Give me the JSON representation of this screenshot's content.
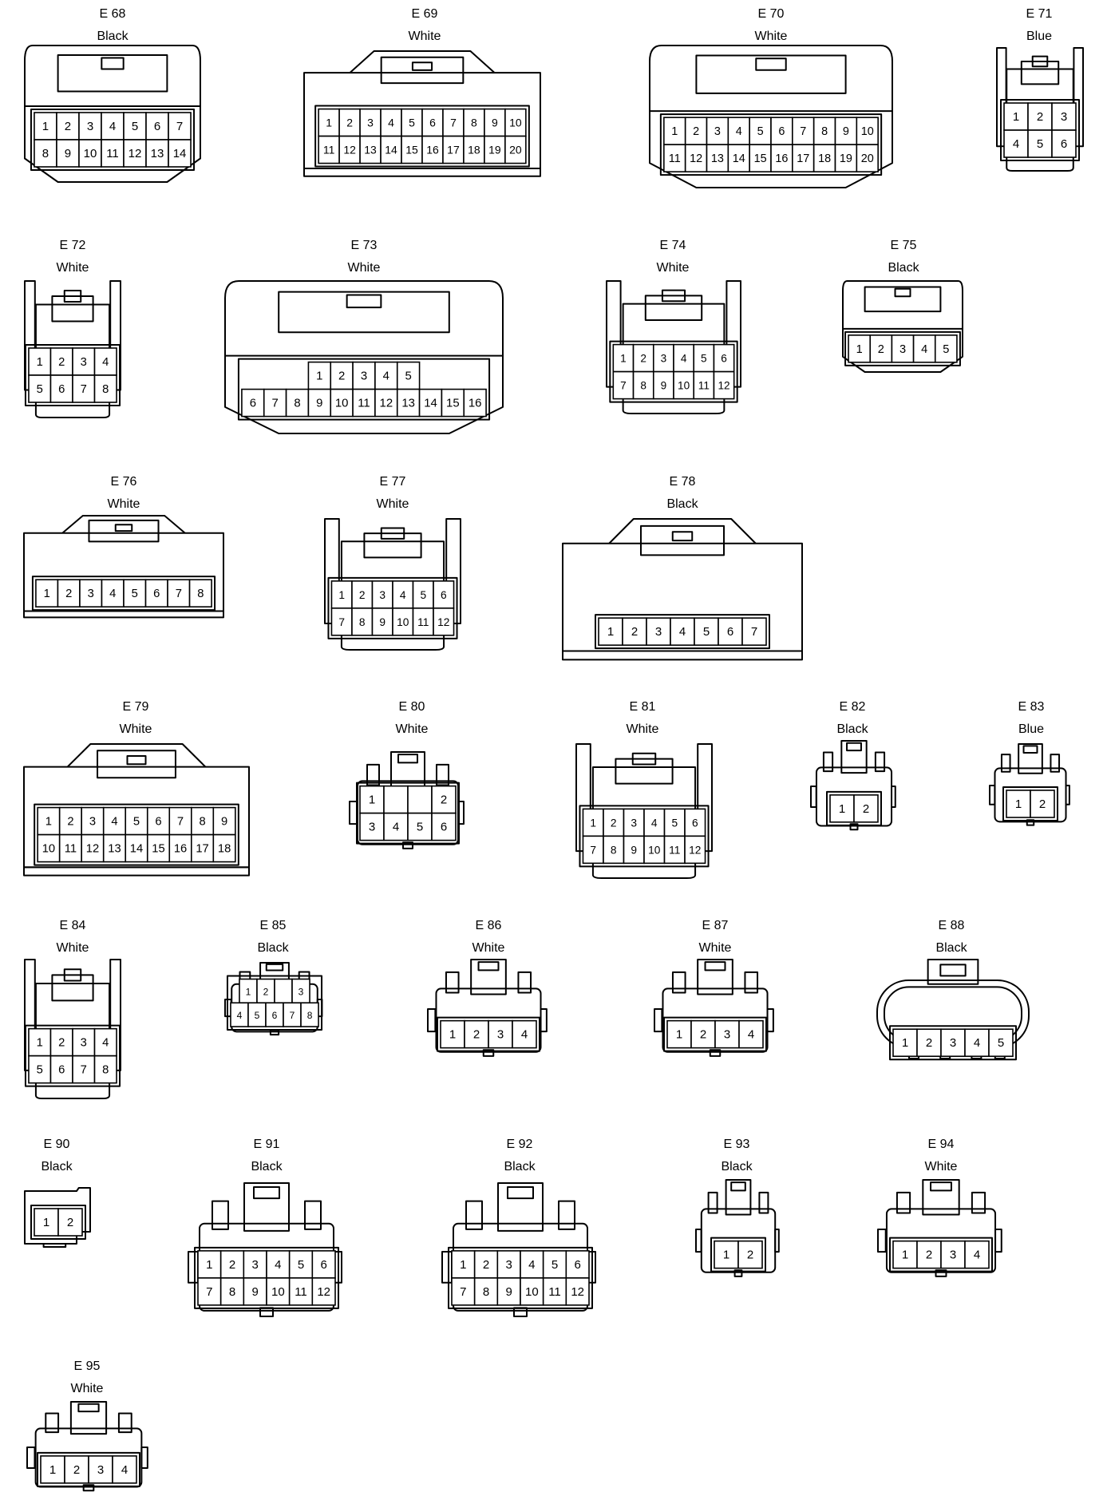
{
  "connectors": [
    {
      "id": "E 68",
      "color": "Black",
      "rows": [
        [
          "1",
          "2",
          "3",
          "4",
          "5",
          "6",
          "7"
        ],
        [
          "8",
          "9",
          "10",
          "11",
          "12",
          "13",
          "14"
        ]
      ],
      "style": "box"
    },
    {
      "id": "E 69",
      "color": "White",
      "rows": [
        [
          "1",
          "2",
          "3",
          "4",
          "5",
          "6",
          "7",
          "8",
          "9",
          "10"
        ],
        [
          "11",
          "12",
          "13",
          "14",
          "15",
          "16",
          "17",
          "18",
          "19",
          "20"
        ]
      ],
      "style": "tab"
    },
    {
      "id": "E 70",
      "color": "White",
      "rows": [
        [
          "1",
          "2",
          "3",
          "4",
          "5",
          "6",
          "7",
          "8",
          "9",
          "10"
        ],
        [
          "11",
          "12",
          "13",
          "14",
          "15",
          "16",
          "17",
          "18",
          "19",
          "20"
        ]
      ],
      "style": "box"
    },
    {
      "id": "E 71",
      "color": "Blue",
      "rows": [
        [
          "1",
          "2",
          "3"
        ],
        [
          "4",
          "5",
          "6"
        ]
      ],
      "style": "latch"
    },
    {
      "id": "E 72",
      "color": "White",
      "rows": [
        [
          "1",
          "2",
          "3",
          "4"
        ],
        [
          "5",
          "6",
          "7",
          "8"
        ]
      ],
      "style": "latch"
    },
    {
      "id": "E 73",
      "color": "White",
      "rows": [
        [
          "1",
          "2",
          "3",
          "4",
          "5"
        ],
        [
          "6",
          "7",
          "8",
          "9",
          "10",
          "11",
          "12",
          "13",
          "14",
          "15",
          "16"
        ]
      ],
      "style": "box"
    },
    {
      "id": "E 74",
      "color": "White",
      "rows": [
        [
          "1",
          "2",
          "3",
          "4",
          "5",
          "6"
        ],
        [
          "7",
          "8",
          "9",
          "10",
          "11",
          "12"
        ]
      ],
      "style": "latch"
    },
    {
      "id": "E 75",
      "color": "Black",
      "rows": [
        [
          "1",
          "2",
          "3",
          "4",
          "5"
        ]
      ],
      "style": "box"
    },
    {
      "id": "E 76",
      "color": "White",
      "rows": [
        [
          "1",
          "2",
          "3",
          "4",
          "5",
          "6",
          "7",
          "8"
        ]
      ],
      "style": "tab"
    },
    {
      "id": "E 77",
      "color": "White",
      "rows": [
        [
          "1",
          "2",
          "3",
          "4",
          "5",
          "6"
        ],
        [
          "7",
          "8",
          "9",
          "10",
          "11",
          "12"
        ]
      ],
      "style": "latch"
    },
    {
      "id": "E 78",
      "color": "Black",
      "rows": [
        [
          "1",
          "2",
          "3",
          "4",
          "5",
          "6",
          "7"
        ]
      ],
      "style": "tab"
    },
    {
      "id": "E 79",
      "color": "White",
      "rows": [
        [
          "1",
          "2",
          "3",
          "4",
          "5",
          "6",
          "7",
          "8",
          "9"
        ],
        [
          "10",
          "11",
          "12",
          "13",
          "14",
          "15",
          "16",
          "17",
          "18"
        ]
      ],
      "style": "tab"
    },
    {
      "id": "E 80",
      "color": "White",
      "rows": [
        [
          "1",
          "",
          "",
          "2"
        ],
        [
          "3",
          "4",
          "5",
          "6"
        ]
      ],
      "style": "small"
    },
    {
      "id": "E 81",
      "color": "White",
      "rows": [
        [
          "1",
          "2",
          "3",
          "4",
          "5",
          "6"
        ],
        [
          "7",
          "8",
          "9",
          "10",
          "11",
          "12"
        ]
      ],
      "style": "latch"
    },
    {
      "id": "E 82",
      "color": "Black",
      "rows": [
        [
          "1",
          "2"
        ]
      ],
      "style": "small"
    },
    {
      "id": "E 83",
      "color": "Blue",
      "rows": [
        [
          "1",
          "2"
        ]
      ],
      "style": "small"
    },
    {
      "id": "E 84",
      "color": "White",
      "rows": [
        [
          "1",
          "2",
          "3",
          "4"
        ],
        [
          "5",
          "6",
          "7",
          "8"
        ]
      ],
      "style": "latch"
    },
    {
      "id": "E 85",
      "color": "Black",
      "rows": [
        [
          "1",
          "2",
          "",
          "3"
        ],
        [
          "4",
          "5",
          "6",
          "7",
          "8"
        ]
      ],
      "style": "small"
    },
    {
      "id": "E 86",
      "color": "White",
      "rows": [
        [
          "1",
          "2",
          "3",
          "4"
        ]
      ],
      "style": "small"
    },
    {
      "id": "E 87",
      "color": "White",
      "rows": [
        [
          "1",
          "2",
          "3",
          "4"
        ]
      ],
      "style": "small"
    },
    {
      "id": "E 88",
      "color": "Black",
      "rows": [
        [
          "1",
          "2",
          "3",
          "4",
          "5"
        ]
      ],
      "style": "round"
    },
    {
      "id": "E 90",
      "color": "Black",
      "rows": [
        [
          "1",
          "2"
        ]
      ],
      "style": "plain"
    },
    {
      "id": "E 91",
      "color": "Black",
      "rows": [
        [
          "1",
          "2",
          "3",
          "4",
          "5",
          "6"
        ],
        [
          "7",
          "8",
          "9",
          "10",
          "11",
          "12"
        ]
      ],
      "style": "small"
    },
    {
      "id": "E 92",
      "color": "Black",
      "rows": [
        [
          "1",
          "2",
          "3",
          "4",
          "5",
          "6"
        ],
        [
          "7",
          "8",
          "9",
          "10",
          "11",
          "12"
        ]
      ],
      "style": "small"
    },
    {
      "id": "E 93",
      "color": "Black",
      "rows": [
        [
          "1",
          "2"
        ]
      ],
      "style": "small"
    },
    {
      "id": "E 94",
      "color": "White",
      "rows": [
        [
          "1",
          "2",
          "3",
          "4"
        ]
      ],
      "style": "small"
    },
    {
      "id": "E 95",
      "color": "White",
      "rows": [
        [
          "1",
          "2",
          "3",
          "4"
        ]
      ],
      "style": "small"
    }
  ]
}
